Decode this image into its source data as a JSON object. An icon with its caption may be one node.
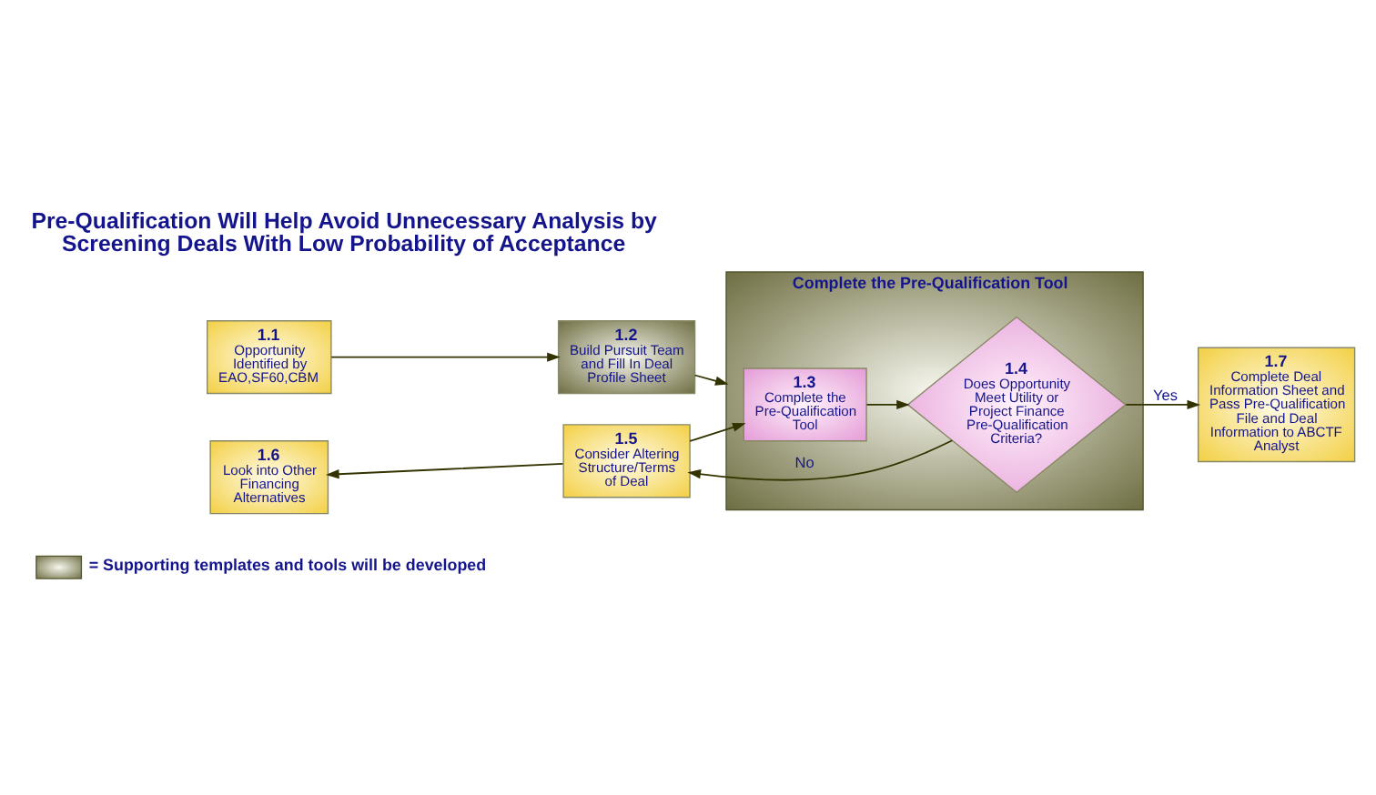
{
  "diagram": {
    "title": "Pre-Qualification Will Help Avoid Unnecessary Analysis by Screening Deals With Low Probability of Acceptance",
    "nodes": [
      {
        "text": [
          "1.1",
          "Opportunity Identified by EAO,SF60,CBM"
        ]
      },
      {
        "text": [
          "1.2",
          "Build Pursuit Team and Fill In Deal Profile Sheet"
        ]
      },
      {
        "text": [
          "Complete the Pre-Qualification Tool"
        ]
      },
      {
        "text": [
          "1.3",
          "Complete the Pre-Qualification Tool"
        ],
        "in": 2
      },
      {
        "text": [
          "1.4",
          "Does Opportunity Meet Utility or Project Finance Pre-Qualification Criteria?"
        ],
        "in": 2
      },
      {
        "text": [
          "1.5",
          "Consider Altering Structure/Terms of Deal"
        ]
      },
      {
        "text": [
          "1.6",
          "Look into Other Financing Alternatives"
        ]
      },
      {
        "text": [
          "1.7",
          "Complete Deal Information Sheet and Pass Pre-Qualification File and Deal Information to ABCTF Analyst"
        ]
      }
    ],
    "edges": [
      {
        "from": 0,
        "to": 1,
        "arrow": "to"
      },
      {
        "from": 1,
        "to": 2,
        "arrow": "to"
      },
      {
        "from": 3,
        "to": 4,
        "arrow": "to"
      },
      {
        "from": 4,
        "to": 7,
        "arrow": "to",
        "label": "Yes"
      },
      {
        "from": 4,
        "to": 5,
        "arrow": "to",
        "label": "No"
      },
      {
        "from": 5,
        "to": 3,
        "arrow": "to"
      },
      {
        "from": 5,
        "to": 6,
        "arrow": "to"
      }
    ],
    "legend": [
      {
        "text": "= Supporting templates and tools will be developed"
      }
    ]
  }
}
